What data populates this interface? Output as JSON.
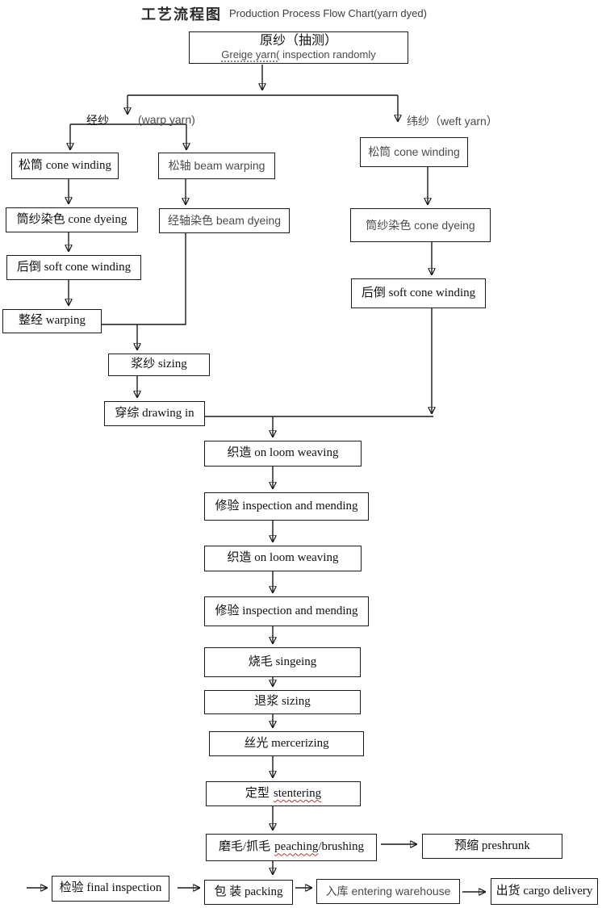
{
  "title": {
    "zh": "工艺流程图",
    "en": "Production Process Flow Chart(yarn dyed)"
  },
  "branch_labels": {
    "warp_zh": "经纱",
    "warp_en": "(warp yarn)",
    "weft": "纬纱（weft yarn）"
  },
  "nodes": {
    "greige": {
      "line1": "原纱（抽测）",
      "line2a": "Greige yarn(",
      "line2b": " inspection randomly"
    },
    "warp_cone_winding": {
      "label": "松筒 cone winding"
    },
    "beam_warping": {
      "label": "松轴 beam warping"
    },
    "weft_cone_winding": {
      "label": "松筒 cone winding"
    },
    "warp_cone_dyeing": {
      "label": "筒纱染色 cone dyeing"
    },
    "beam_dyeing": {
      "label": "经轴染色 beam dyeing"
    },
    "weft_cone_dyeing": {
      "label": "筒纱染色 cone dyeing"
    },
    "warp_soft_cone_winding": {
      "label": "后倒 soft cone winding"
    },
    "warping": {
      "label": "整经 warping"
    },
    "weft_soft_cone_winding": {
      "label": "后倒 soft cone winding"
    },
    "sizing": {
      "label": "浆纱 sizing"
    },
    "drawing_in": {
      "label": "穿综 drawing in"
    },
    "weaving_1": {
      "label": "织造 on loom weaving"
    },
    "mending_1": {
      "label": "修验 inspection and mending"
    },
    "weaving_2": {
      "label": "织造 on loom weaving"
    },
    "mending_2": {
      "label": "修验 inspection and mending"
    },
    "singeing": {
      "label": "烧毛 singeing"
    },
    "desizing": {
      "label": "退浆 sizing"
    },
    "mercerizing": {
      "label": "丝光 mercerizing"
    },
    "stentering": {
      "zh": "定型",
      "en": "stentering"
    },
    "peaching": {
      "zh": "磨毛/抓毛",
      "en1": "peaching",
      "en2": "/brushing"
    },
    "preshrunk": {
      "label": "预缩 preshrunk"
    },
    "final_inspection": {
      "label": "检验 final inspection"
    },
    "packing": {
      "label": "包 装 packing"
    },
    "warehouse": {
      "label": "入库 entering warehouse"
    },
    "cargo_delivery": {
      "label": "出货 cargo delivery"
    }
  }
}
